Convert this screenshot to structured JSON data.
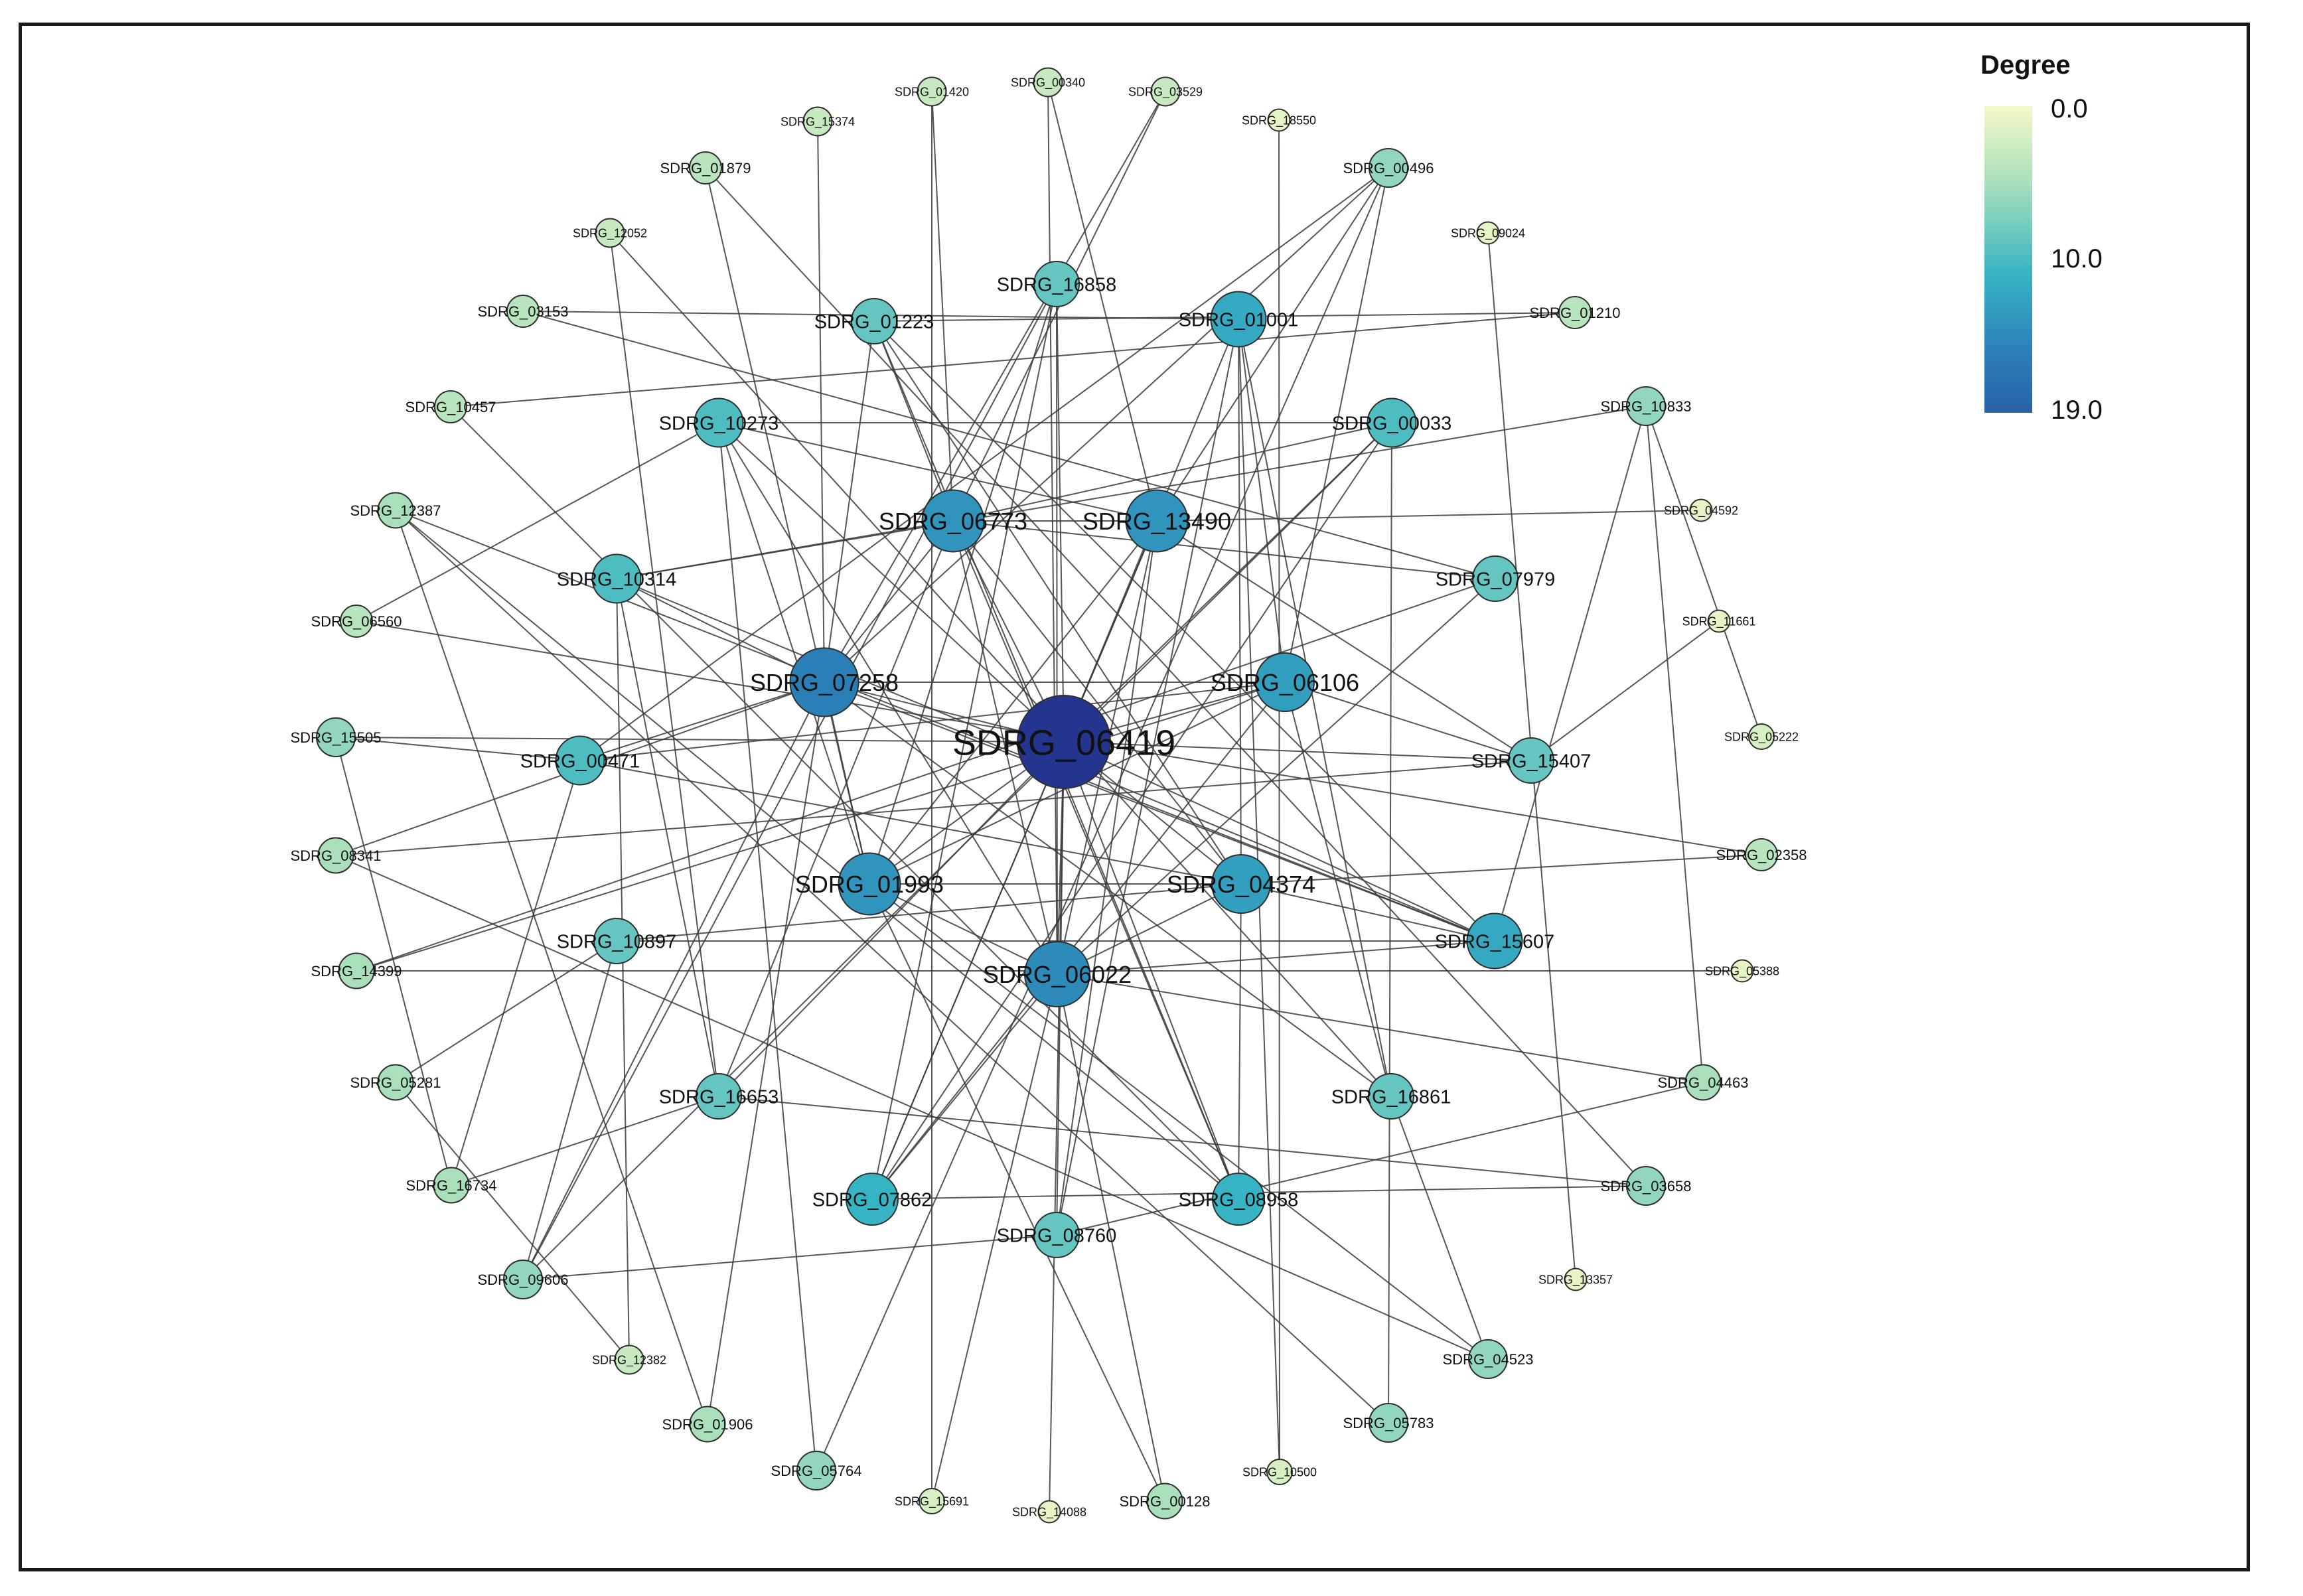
{
  "legend": {
    "title": "Degree",
    "ticks": [
      {
        "label": "0.0",
        "value": 0
      },
      {
        "label": "10.0",
        "value": 10
      },
      {
        "label": "19.0",
        "value": 19
      }
    ],
    "colors": {
      "low": "#f4f9c8",
      "mid": "#37b4c3",
      "high": "#2a62a8",
      "max": "#23358f"
    }
  },
  "nodes": [
    {
      "id": "SDRG_06419",
      "degree": 19
    },
    {
      "id": "SDRG_07258",
      "degree": 15
    },
    {
      "id": "SDRG_06022",
      "degree": 14
    },
    {
      "id": "SDRG_06773",
      "degree": 13
    },
    {
      "id": "SDRG_13490",
      "degree": 13
    },
    {
      "id": "SDRG_01993",
      "degree": 13
    },
    {
      "id": "SDRG_04374",
      "degree": 12
    },
    {
      "id": "SDRG_06106",
      "degree": 12
    },
    {
      "id": "SDRG_01001",
      "degree": 11
    },
    {
      "id": "SDRG_15607",
      "degree": 11
    },
    {
      "id": "SDRG_07862",
      "degree": 10
    },
    {
      "id": "SDRG_08958",
      "degree": 10
    },
    {
      "id": "SDRG_10273",
      "degree": 9
    },
    {
      "id": "SDRG_10314",
      "degree": 9
    },
    {
      "id": "SDRG_00471",
      "degree": 9
    },
    {
      "id": "SDRG_00033",
      "degree": 9
    },
    {
      "id": "SDRG_16653",
      "degree": 8
    },
    {
      "id": "SDRG_10897",
      "degree": 8
    },
    {
      "id": "SDRG_01223",
      "degree": 8
    },
    {
      "id": "SDRG_16858",
      "degree": 8
    },
    {
      "id": "SDRG_07979",
      "degree": 8
    },
    {
      "id": "SDRG_15407",
      "degree": 8
    },
    {
      "id": "SDRG_16861",
      "degree": 8
    },
    {
      "id": "SDRG_08760",
      "degree": 8
    },
    {
      "id": "SDRG_00496",
      "degree": 6
    },
    {
      "id": "SDRG_10833",
      "degree": 6
    },
    {
      "id": "SDRG_03658",
      "degree": 6
    },
    {
      "id": "SDRG_04523",
      "degree": 6
    },
    {
      "id": "SDRG_05783",
      "degree": 6
    },
    {
      "id": "SDRG_00128",
      "degree": 5
    },
    {
      "id": "SDRG_05764",
      "degree": 6
    },
    {
      "id": "SDRG_01906",
      "degree": 5
    },
    {
      "id": "SDRG_09606",
      "degree": 6
    },
    {
      "id": "SDRG_16734",
      "degree": 5
    },
    {
      "id": "SDRG_05281",
      "degree": 5
    },
    {
      "id": "SDRG_14399",
      "degree": 5
    },
    {
      "id": "SDRG_08341",
      "degree": 5
    },
    {
      "id": "SDRG_15505",
      "degree": 6
    },
    {
      "id": "SDRG_06560",
      "degree": 4
    },
    {
      "id": "SDRG_12387",
      "degree": 5
    },
    {
      "id": "SDRG_10457",
      "degree": 4
    },
    {
      "id": "SDRG_03153",
      "degree": 4
    },
    {
      "id": "SDRG_12052",
      "degree": 3
    },
    {
      "id": "SDRG_01879",
      "degree": 4
    },
    {
      "id": "SDRG_15374",
      "degree": 3
    },
    {
      "id": "SDRG_01420",
      "degree": 3
    },
    {
      "id": "SDRG_00340",
      "degree": 3
    },
    {
      "id": "SDRG_03529",
      "degree": 3
    },
    {
      "id": "SDRG_18550",
      "degree": 1
    },
    {
      "id": "SDRG_09024",
      "degree": 1
    },
    {
      "id": "SDRG_01210",
      "degree": 4
    },
    {
      "id": "SDRG_04592",
      "degree": 1
    },
    {
      "id": "SDRG_11661",
      "degree": 1
    },
    {
      "id": "SDRG_05222",
      "degree": 2
    },
    {
      "id": "SDRG_02358",
      "degree": 4
    },
    {
      "id": "SDRG_05388",
      "degree": 1
    },
    {
      "id": "SDRG_04463",
      "degree": 5
    },
    {
      "id": "SDRG_13357",
      "degree": 1
    },
    {
      "id": "SDRG_12382",
      "degree": 3
    },
    {
      "id": "SDRG_15691",
      "degree": 2
    },
    {
      "id": "SDRG_14088",
      "degree": 1
    },
    {
      "id": "SDRG_10500",
      "degree": 2
    }
  ],
  "edges": [
    [
      "SDRG_06419",
      "SDRG_07258"
    ],
    [
      "SDRG_06419",
      "SDRG_06022"
    ],
    [
      "SDRG_06419",
      "SDRG_06773"
    ],
    [
      "SDRG_06419",
      "SDRG_13490"
    ],
    [
      "SDRG_06419",
      "SDRG_01993"
    ],
    [
      "SDRG_06419",
      "SDRG_04374"
    ],
    [
      "SDRG_06419",
      "SDRG_06106"
    ],
    [
      "SDRG_06419",
      "SDRG_01001"
    ],
    [
      "SDRG_06419",
      "SDRG_15607"
    ],
    [
      "SDRG_06419",
      "SDRG_07862"
    ],
    [
      "SDRG_06419",
      "SDRG_08958"
    ],
    [
      "SDRG_06419",
      "SDRG_16858"
    ],
    [
      "SDRG_06419",
      "SDRG_15505"
    ],
    [
      "SDRG_06419",
      "SDRG_15407"
    ],
    [
      "SDRG_06419",
      "SDRG_08760"
    ],
    [
      "SDRG_06419",
      "SDRG_10273"
    ],
    [
      "SDRG_06419",
      "SDRG_00033"
    ],
    [
      "SDRG_06419",
      "SDRG_16653"
    ],
    [
      "SDRG_06419",
      "SDRG_14088"
    ],
    [
      "SDRG_07258",
      "SDRG_06773"
    ],
    [
      "SDRG_07258",
      "SDRG_06106"
    ],
    [
      "SDRG_07258",
      "SDRG_01993"
    ],
    [
      "SDRG_07258",
      "SDRG_10314"
    ],
    [
      "SDRG_07258",
      "SDRG_00471"
    ],
    [
      "SDRG_07258",
      "SDRG_15374"
    ],
    [
      "SDRG_07258",
      "SDRG_01223"
    ],
    [
      "SDRG_07258",
      "SDRG_16861"
    ],
    [
      "SDRG_07258",
      "SDRG_00496"
    ],
    [
      "SDRG_07258",
      "SDRG_15607"
    ],
    [
      "SDRG_07258",
      "SDRG_09606"
    ],
    [
      "SDRG_07258",
      "SDRG_03529"
    ],
    [
      "SDRG_07258",
      "SDRG_08341"
    ],
    [
      "SDRG_07258",
      "SDRG_01906"
    ],
    [
      "SDRG_06022",
      "SDRG_13490"
    ],
    [
      "SDRG_06022",
      "SDRG_01993"
    ],
    [
      "SDRG_06022",
      "SDRG_04374"
    ],
    [
      "SDRG_06022",
      "SDRG_06773"
    ],
    [
      "SDRG_06022",
      "SDRG_07862"
    ],
    [
      "SDRG_06022",
      "SDRG_16858"
    ],
    [
      "SDRG_06022",
      "SDRG_07979"
    ],
    [
      "SDRG_06022",
      "SDRG_10273"
    ],
    [
      "SDRG_06022",
      "SDRG_15691"
    ],
    [
      "SDRG_06022",
      "SDRG_04463"
    ],
    [
      "SDRG_06022",
      "SDRG_15607"
    ],
    [
      "SDRG_06022",
      "SDRG_00128"
    ],
    [
      "SDRG_06022",
      "SDRG_00340"
    ],
    [
      "SDRG_06773",
      "SDRG_13490"
    ],
    [
      "SDRG_06773",
      "SDRG_10314"
    ],
    [
      "SDRG_06773",
      "SDRG_01223"
    ],
    [
      "SDRG_06773",
      "SDRG_08958"
    ],
    [
      "SDRG_06773",
      "SDRG_03529"
    ],
    [
      "SDRG_06773",
      "SDRG_00033"
    ],
    [
      "SDRG_06773",
      "SDRG_04374"
    ],
    [
      "SDRG_06773",
      "SDRG_16653"
    ],
    [
      "SDRG_06773",
      "SDRG_07979"
    ],
    [
      "SDRG_06773",
      "SDRG_01420"
    ],
    [
      "SDRG_13490",
      "SDRG_04592"
    ],
    [
      "SDRG_13490",
      "SDRG_10273"
    ],
    [
      "SDRG_13490",
      "SDRG_01993"
    ],
    [
      "SDRG_13490",
      "SDRG_07862"
    ],
    [
      "SDRG_13490",
      "SDRG_00496"
    ],
    [
      "SDRG_13490",
      "SDRG_08760"
    ],
    [
      "SDRG_13490",
      "SDRG_00340"
    ],
    [
      "SDRG_13490",
      "SDRG_15407"
    ],
    [
      "SDRG_01993",
      "SDRG_10273"
    ],
    [
      "SDRG_01993",
      "SDRG_00128"
    ],
    [
      "SDRG_01993",
      "SDRG_04374"
    ],
    [
      "SDRG_01993",
      "SDRG_16858"
    ],
    [
      "SDRG_01993",
      "SDRG_01879"
    ],
    [
      "SDRG_01993",
      "SDRG_04523"
    ],
    [
      "SDRG_01993",
      "SDRG_06106"
    ],
    [
      "SDRG_04374",
      "SDRG_01001"
    ],
    [
      "SDRG_04374",
      "SDRG_15607"
    ],
    [
      "SDRG_04374",
      "SDRG_08958"
    ],
    [
      "SDRG_04374",
      "SDRG_10897"
    ],
    [
      "SDRG_04374",
      "SDRG_00471"
    ],
    [
      "SDRG_04374",
      "SDRG_01223"
    ],
    [
      "SDRG_04374",
      "SDRG_02358"
    ],
    [
      "SDRG_06106",
      "SDRG_01001"
    ],
    [
      "SDRG_06106",
      "SDRG_00471"
    ],
    [
      "SDRG_06106",
      "SDRG_07862"
    ],
    [
      "SDRG_06106",
      "SDRG_16861"
    ],
    [
      "SDRG_06106",
      "SDRG_15407"
    ],
    [
      "SDRG_06106",
      "SDRG_00496"
    ],
    [
      "SDRG_06106",
      "SDRG_14399"
    ],
    [
      "SDRG_01001",
      "SDRG_03153"
    ],
    [
      "SDRG_01001",
      "SDRG_08760"
    ],
    [
      "SDRG_01001",
      "SDRG_16861"
    ],
    [
      "SDRG_01001",
      "SDRG_10500"
    ],
    [
      "SDRG_15607",
      "SDRG_10314"
    ],
    [
      "SDRG_15607",
      "SDRG_12387"
    ],
    [
      "SDRG_15607",
      "SDRG_10833"
    ],
    [
      "SDRG_15607",
      "SDRG_01223"
    ],
    [
      "SDRG_07862",
      "SDRG_00033"
    ],
    [
      "SDRG_07862",
      "SDRG_16858"
    ],
    [
      "SDRG_07862",
      "SDRG_03658"
    ],
    [
      "SDRG_08958",
      "SDRG_10457"
    ],
    [
      "SDRG_08958",
      "SDRG_01223"
    ],
    [
      "SDRG_08958",
      "SDRG_12387"
    ],
    [
      "SDRG_10273",
      "SDRG_00033"
    ],
    [
      "SDRG_10273",
      "SDRG_06560"
    ],
    [
      "SDRG_10273",
      "SDRG_05764"
    ],
    [
      "SDRG_10314",
      "SDRG_10833"
    ],
    [
      "SDRG_10314",
      "SDRG_16653"
    ],
    [
      "SDRG_10314",
      "SDRG_12382"
    ],
    [
      "SDRG_00471",
      "SDRG_15505"
    ],
    [
      "SDRG_00471",
      "SDRG_00496"
    ],
    [
      "SDRG_00471",
      "SDRG_16734"
    ],
    [
      "SDRG_00033",
      "SDRG_05783"
    ],
    [
      "SDRG_00033",
      "SDRG_09606"
    ],
    [
      "SDRG_16653",
      "SDRG_12052"
    ],
    [
      "SDRG_16653",
      "SDRG_16734"
    ],
    [
      "SDRG_10897",
      "SDRG_15607"
    ],
    [
      "SDRG_10897",
      "SDRG_05281"
    ],
    [
      "SDRG_10897",
      "SDRG_09606"
    ],
    [
      "SDRG_01223",
      "SDRG_01210"
    ],
    [
      "SDRG_16858",
      "SDRG_09606"
    ],
    [
      "SDRG_07979",
      "SDRG_14399"
    ],
    [
      "SDRG_07979",
      "SDRG_03153"
    ],
    [
      "SDRG_15407",
      "SDRG_11661"
    ],
    [
      "SDRG_15407",
      "SDRG_08341"
    ],
    [
      "SDRG_16861",
      "SDRG_12052"
    ],
    [
      "SDRG_16861",
      "SDRG_04523"
    ],
    [
      "SDRG_08760",
      "SDRG_04463"
    ],
    [
      "SDRG_08760",
      "SDRG_09606"
    ],
    [
      "SDRG_00496",
      "SDRG_05764"
    ],
    [
      "SDRG_10833",
      "SDRG_04463"
    ],
    [
      "SDRG_10833",
      "SDRG_05222"
    ],
    [
      "SDRG_03658",
      "SDRG_01879"
    ],
    [
      "SDRG_03658",
      "SDRG_16653"
    ],
    [
      "SDRG_04523",
      "SDRG_08341"
    ],
    [
      "SDRG_05783",
      "SDRG_12387"
    ],
    [
      "SDRG_01906",
      "SDRG_12387"
    ],
    [
      "SDRG_16734",
      "SDRG_15505"
    ],
    [
      "SDRG_05281",
      "SDRG_12382"
    ],
    [
      "SDRG_14399",
      "SDRG_05388"
    ],
    [
      "SDRG_01210",
      "SDRG_10457"
    ],
    [
      "SDRG_02358",
      "SDRG_06560"
    ],
    [
      "SDRG_13357",
      "SDRG_09024"
    ],
    [
      "SDRG_18550",
      "SDRG_10500"
    ],
    [
      "SDRG_15691",
      "SDRG_01420"
    ]
  ]
}
